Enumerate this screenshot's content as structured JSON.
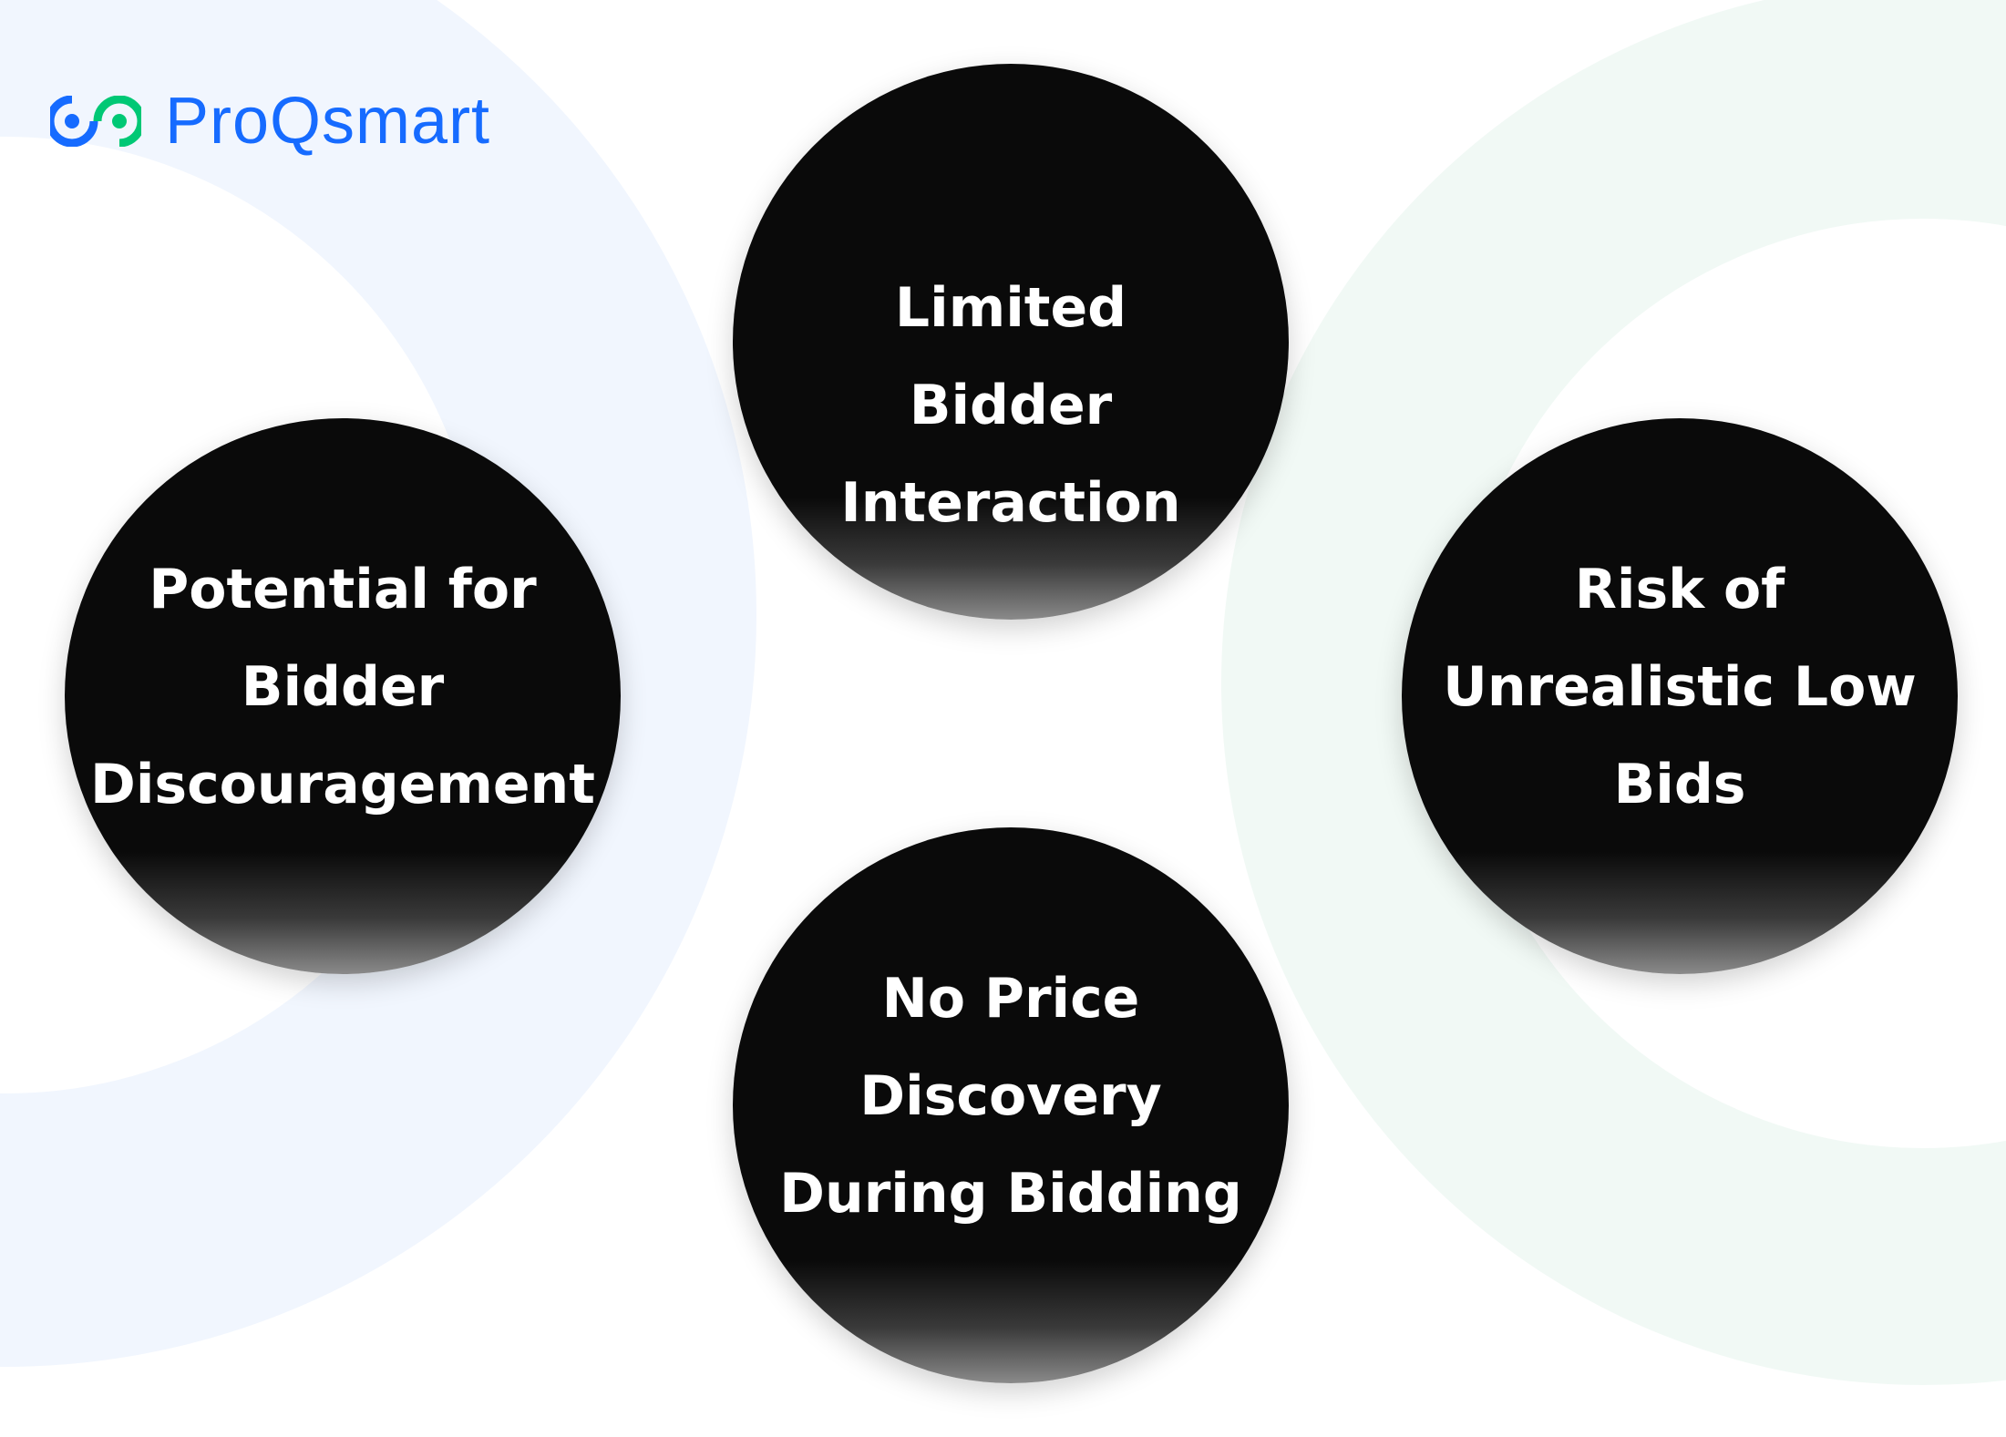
{
  "brand": {
    "name": "ProQsmart",
    "colors": {
      "blue": "#166bff",
      "green": "#00c875"
    }
  },
  "items": [
    {
      "label": "Limited Bidder Interaction"
    },
    {
      "label": "Potential for Bidder Discouragement"
    },
    {
      "label": "Risk of Unrealistic Low Bids"
    },
    {
      "label": "No Price Discovery During Bidding"
    }
  ]
}
